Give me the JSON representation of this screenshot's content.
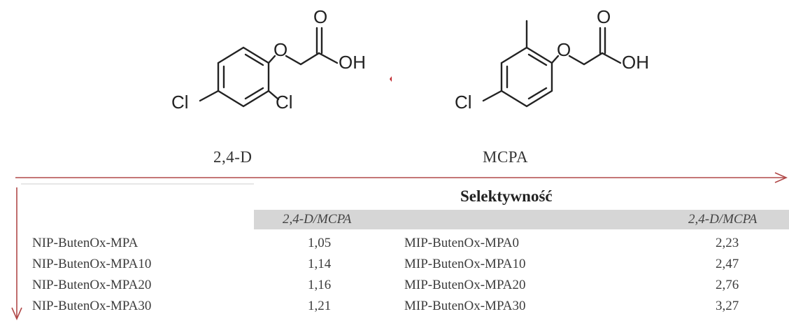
{
  "molecules": {
    "left": {
      "name": "2,4-D",
      "atoms": {
        "oxygen_ether": "O",
        "oxygen_carbonyl": "O",
        "hydroxyl": "OH",
        "chlorine_para": "Cl",
        "chlorine_ortho": "Cl"
      }
    },
    "right": {
      "name": "MCPA",
      "atoms": {
        "oxygen_ether": "O",
        "oxygen_carbonyl": "O",
        "hydroxyl": "OH",
        "chlorine_para": "Cl"
      }
    },
    "comparison_mark_color": "#c0272d"
  },
  "arrows_color": "#b04848",
  "table": {
    "title": "Selektywność",
    "columns": [
      "2,4-D/MCPA",
      "2,4-D/MCPA"
    ],
    "rows": [
      {
        "nip": "NIP-ButenOx-MPA",
        "nip_value": "1,05",
        "mip": "MIP-ButenOx-MPA0",
        "mip_value": "2,23"
      },
      {
        "nip": "NIP-ButenOx-MPA10",
        "nip_value": "1,14",
        "mip": "MIP-ButenOx-MPA10",
        "mip_value": "2,47"
      },
      {
        "nip": "NIP-ButenOx-MPA20",
        "nip_value": "1,16",
        "mip": "MIP-ButenOx-MPA20",
        "mip_value": "2,76"
      },
      {
        "nip": "NIP-ButenOx-MPA30",
        "nip_value": "1,21",
        "mip": "MIP-ButenOx-MPA30",
        "mip_value": "3,27"
      }
    ]
  }
}
